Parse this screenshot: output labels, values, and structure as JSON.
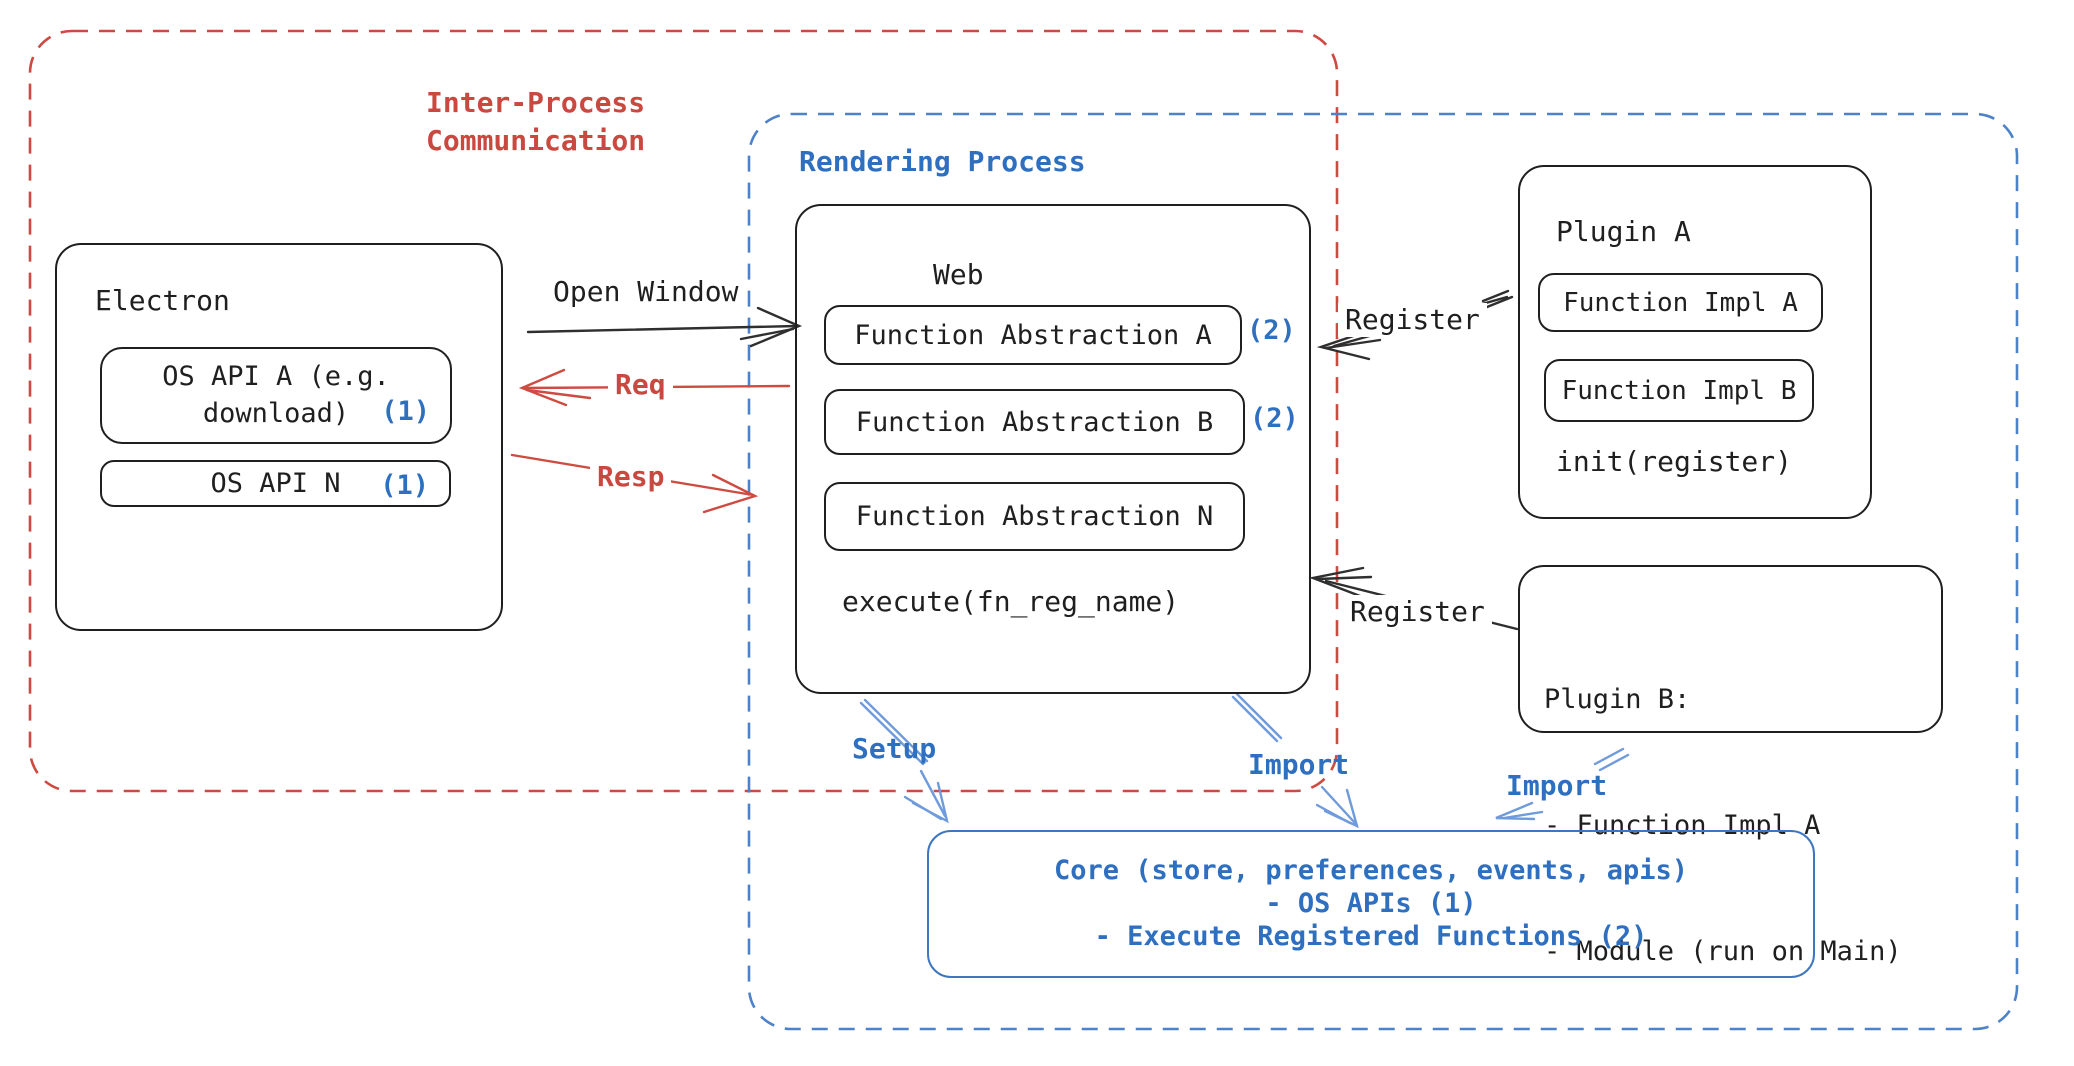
{
  "colors": {
    "red": "#c94840",
    "blue": "#2e6fc0",
    "arrow_blue": "#6f9adb",
    "ink": "#1f1f1f"
  },
  "regions": {
    "ipc": {
      "line1": "Inter-Process",
      "line2": "Communication"
    },
    "rendering": {
      "label": "Rendering Process"
    }
  },
  "electron": {
    "title": "Electron",
    "os_api_a_line1": "OS API A (e.g.",
    "os_api_a_line2": "download)",
    "os_api_a_ref": "(1)",
    "os_api_n_label": "OS API N",
    "os_api_n_ref": "(1)"
  },
  "web": {
    "title": "Web",
    "fa_a": "Function Abstraction A",
    "fa_a_ref": "(2)",
    "fa_b": "Function Abstraction B",
    "fa_b_ref": "(2)",
    "fa_n": "Function Abstraction N",
    "execute_label": "execute(fn_reg_name)"
  },
  "plugin_a": {
    "title": "Plugin A",
    "impl_a": "Function Impl A",
    "impl_b": "Function Impl B",
    "init_label": "init(register)"
  },
  "plugin_b": {
    "title": "Plugin B:",
    "item1": "- Function Impl A",
    "item2": "- Module (run on Main)"
  },
  "core": {
    "line1": "Core (store, preferences, events, apis)",
    "line2": "- OS APIs (1)",
    "line3": "- Execute Registered Functions (2)"
  },
  "arrows": {
    "open_window": "Open Window",
    "req": "Req",
    "resp": "Resp",
    "register_top": "Register",
    "register_bottom": "Register",
    "setup": "Setup",
    "import_mid": "Import",
    "import_right": "Import"
  }
}
